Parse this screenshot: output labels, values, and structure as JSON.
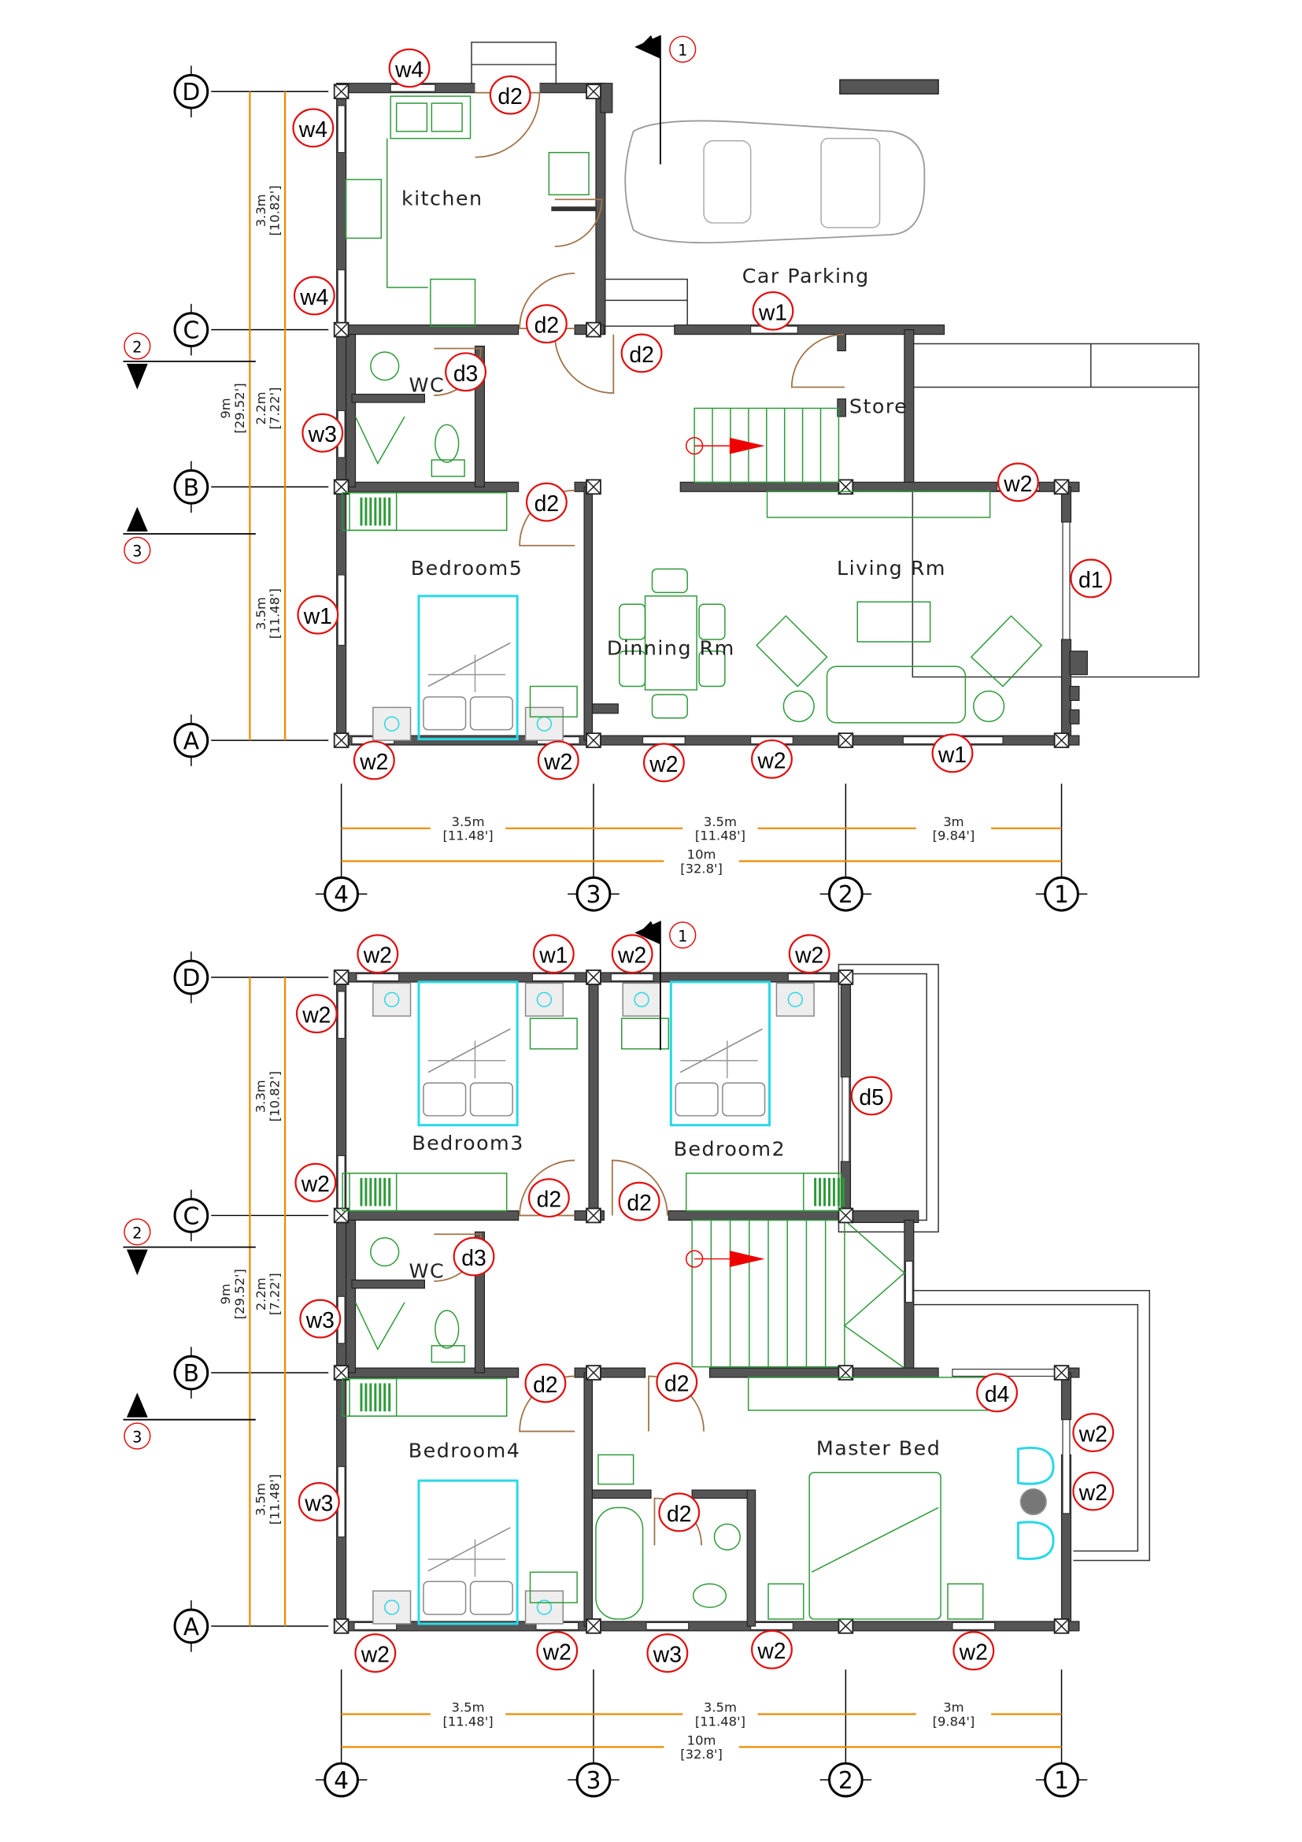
{
  "colors": {
    "wall": "#555555",
    "furniture": "#2e9a3a",
    "door": "#a0744a",
    "tag_circle": "#e01010",
    "dimension": "#f08a00",
    "glass": "#28d8e8"
  },
  "plans": [
    {
      "name": "ground-floor",
      "grid_rows": [
        "D",
        "C",
        "B",
        "A"
      ],
      "grid_cols": [
        "4",
        "3",
        "2",
        "1"
      ],
      "sections": [
        "1",
        "2",
        "3"
      ],
      "rooms": [
        "kitchen",
        "Car Parking",
        "WC",
        "Store",
        "Bedroom5",
        "Living Rm",
        "Dinning Rm"
      ],
      "tags": [
        "w4",
        "d2",
        "w4",
        "w4",
        "d2",
        "w1",
        "d2",
        "d3",
        "w3",
        "d2",
        "w2",
        "d1",
        "w1",
        "w2",
        "w2",
        "w2",
        "w2",
        "w1"
      ],
      "dims_v": [
        {
          "m": "3.3m",
          "ft": "[10.82']"
        },
        {
          "m": "2.2m",
          "ft": "[7.22']"
        },
        {
          "m": "3.5m",
          "ft": "[11.48']"
        },
        {
          "m": "9m",
          "ft": "[29.52']"
        }
      ],
      "dims_h": [
        {
          "m": "3.5m",
          "ft": "[11.48']"
        },
        {
          "m": "3.5m",
          "ft": "[11.48']"
        },
        {
          "m": "3m",
          "ft": "[9.84']"
        },
        {
          "m": "10m",
          "ft": "[32.8']"
        }
      ]
    },
    {
      "name": "first-floor",
      "grid_rows": [
        "D",
        "C",
        "B",
        "A"
      ],
      "grid_cols": [
        "4",
        "3",
        "2",
        "1"
      ],
      "sections": [
        "1",
        "2",
        "3"
      ],
      "rooms": [
        "Bedroom3",
        "Bedroom2",
        "WC",
        "Bedroom4",
        "Master Bed"
      ],
      "tags": [
        "w2",
        "w1",
        "w2",
        "w2",
        "w2",
        "d5",
        "w2",
        "d2",
        "d2",
        "d3",
        "w3",
        "d2",
        "d2",
        "d4",
        "w2",
        "w3",
        "d2",
        "w2",
        "w2",
        "w2",
        "w3",
        "w2",
        "w2"
      ],
      "dims_v": [
        {
          "m": "3.3m",
          "ft": "[10.82']"
        },
        {
          "m": "2.2m",
          "ft": "[7.22']"
        },
        {
          "m": "3.5m",
          "ft": "[11.48']"
        },
        {
          "m": "9m",
          "ft": "[29.52']"
        }
      ],
      "dims_h": [
        {
          "m": "3.5m",
          "ft": "[11.48']"
        },
        {
          "m": "3.5m",
          "ft": "[11.48']"
        },
        {
          "m": "3m",
          "ft": "[9.84']"
        },
        {
          "m": "10m",
          "ft": "[32.8']"
        }
      ]
    }
  ]
}
